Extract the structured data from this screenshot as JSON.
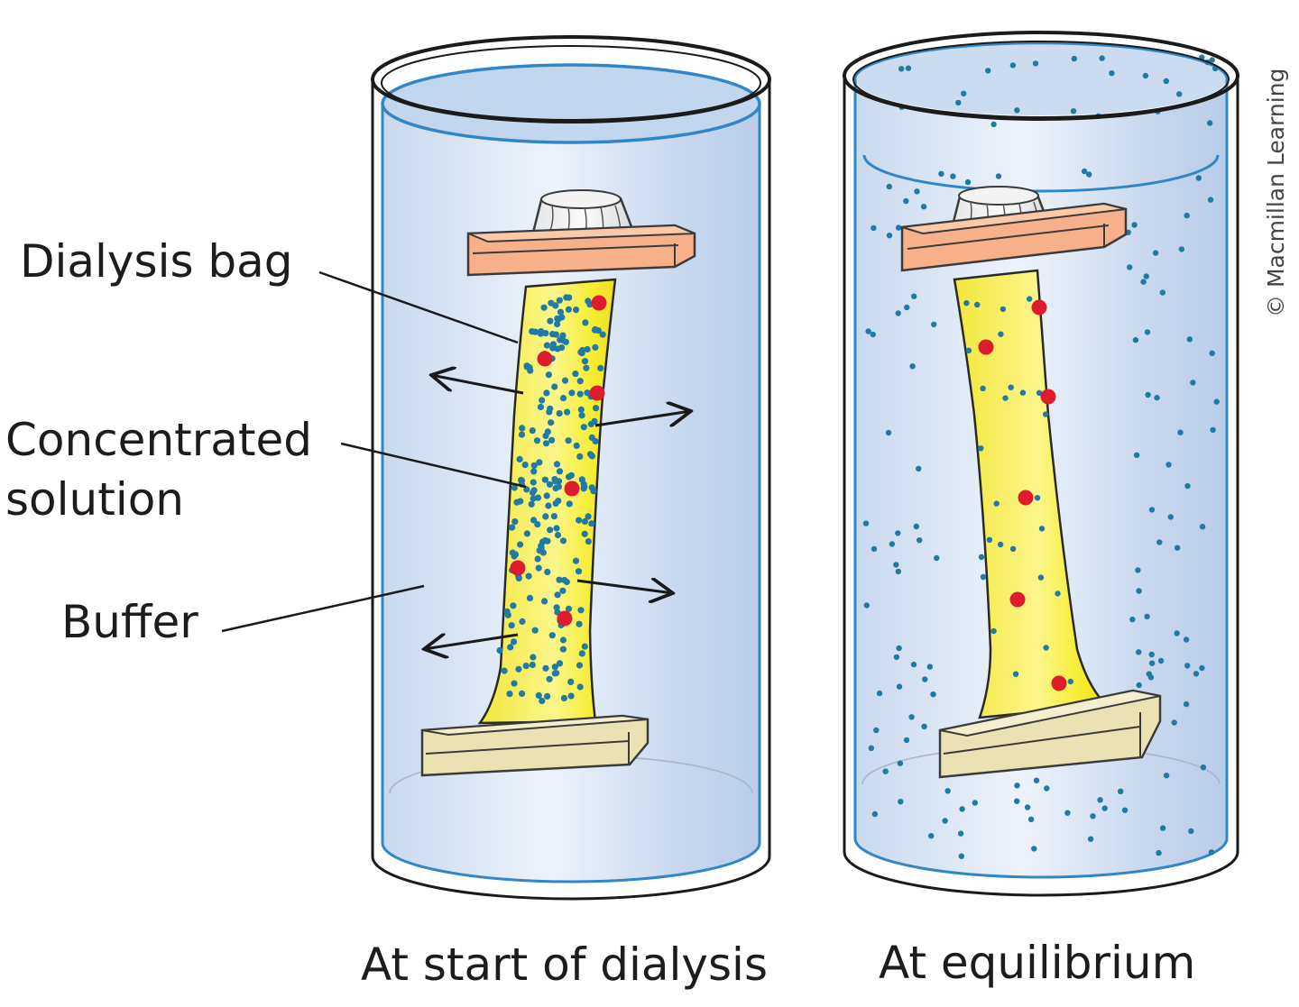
{
  "labels": {
    "dialysis_bag": "Dialysis bag",
    "concentrated_line1": "Concentrated",
    "concentrated_line2": "solution",
    "buffer": "Buffer"
  },
  "captions": {
    "start": "At start of dialysis",
    "equilibrium": "At equilibrium"
  },
  "credit": "© Macmillan Learning",
  "colors": {
    "buffer_fill": "#d3e1f2",
    "buffer_outline": "#2f86c8",
    "bag_fill": "#f5ef2e",
    "top_clamp": "#f8b38c",
    "bottom_clamp": "#ece4b7",
    "small_molecule": "#1f7aa5",
    "large_molecule": "#de1c2e"
  },
  "molecules": {
    "large_per_bag": 6,
    "small_inside_start": 220,
    "small_inside_equilibrium": 28,
    "small_outside_equilibrium": 150
  }
}
